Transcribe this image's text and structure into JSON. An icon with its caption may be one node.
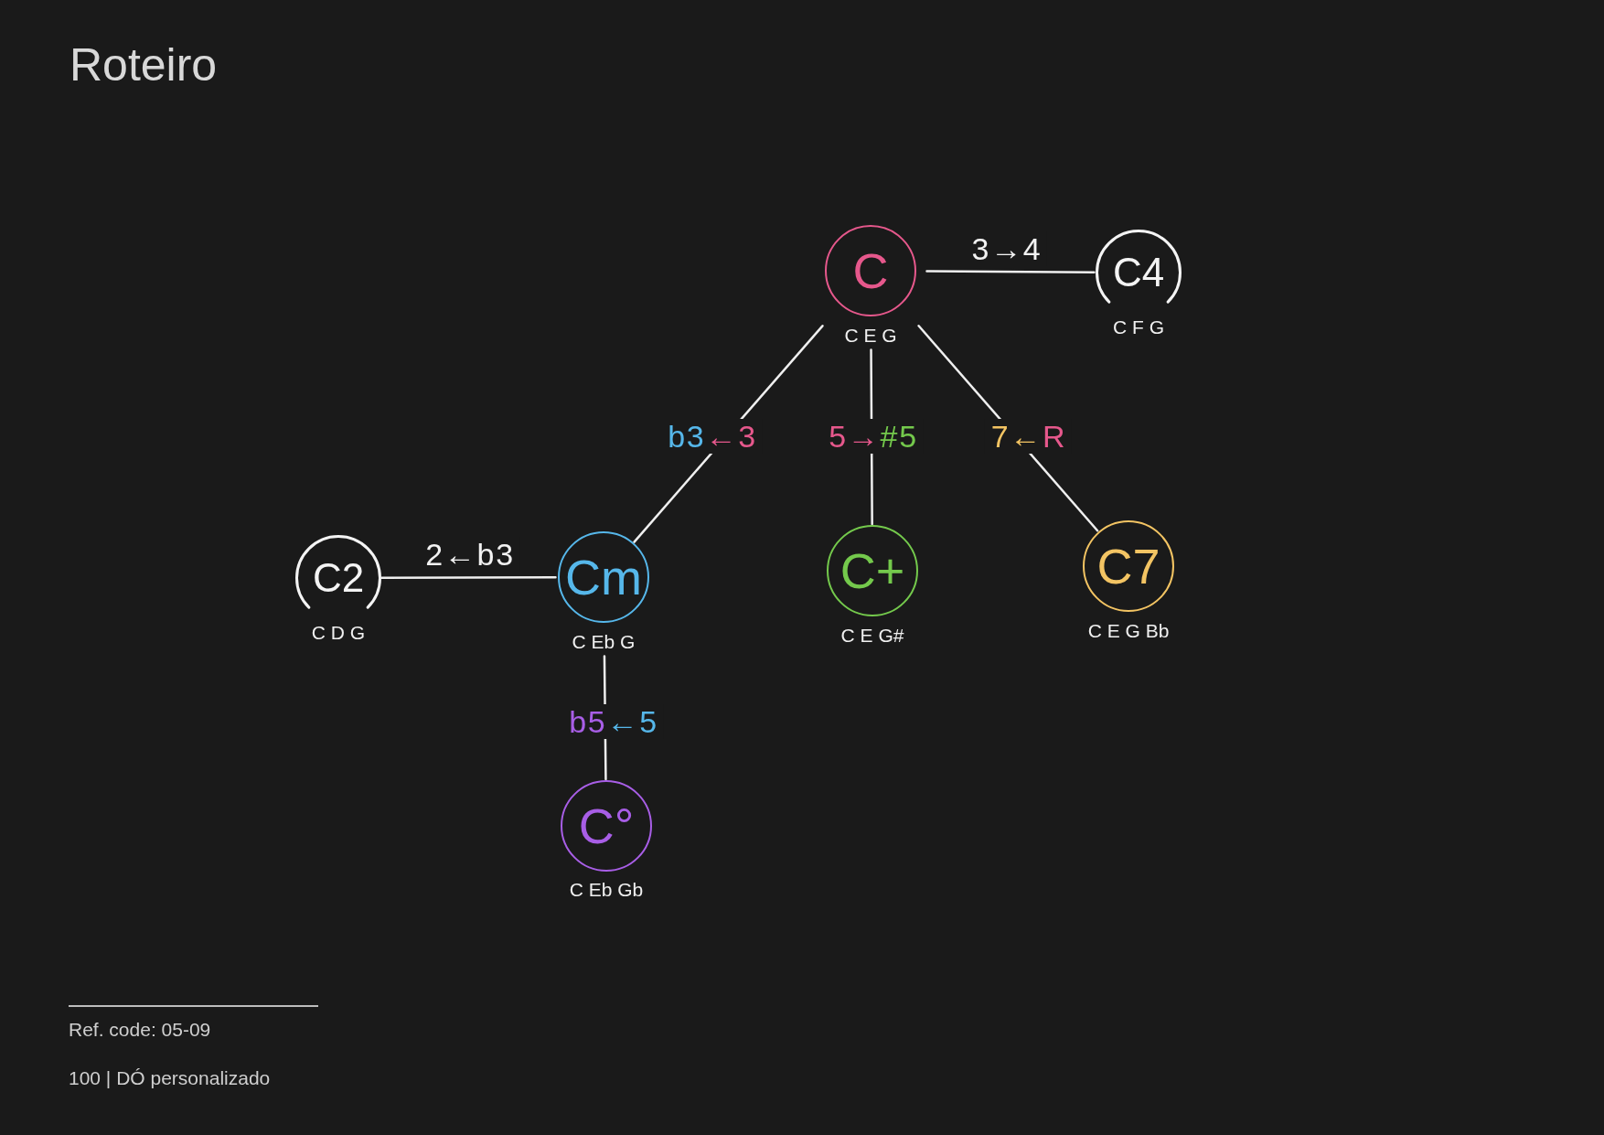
{
  "diagram": {
    "title": "Roteiro",
    "nodes": [
      {
        "text": [
          "C"
        ],
        "beside": [
          "C E G"
        ]
      },
      {
        "text": [
          "C4"
        ],
        "beside": [
          "C F G"
        ]
      },
      {
        "text": [
          "C2"
        ],
        "beside": [
          "C D G"
        ]
      },
      {
        "text": [
          "Cm"
        ],
        "beside": [
          "C Eb G"
        ]
      },
      {
        "text": [
          "C+"
        ],
        "beside": [
          "C E G#"
        ]
      },
      {
        "text": [
          "C7"
        ],
        "beside": [
          "C E G Bb"
        ]
      },
      {
        "text": [
          "C°"
        ],
        "beside": [
          "C Eb Gb"
        ]
      }
    ],
    "edges": [
      {
        "from": 0,
        "to": 1,
        "arrow": "none",
        "label": "3→4"
      },
      {
        "from": 0,
        "to": 3,
        "arrow": "none",
        "label": "b3←3"
      },
      {
        "from": 0,
        "to": 4,
        "arrow": "none",
        "label": "5→#5"
      },
      {
        "from": 0,
        "to": 5,
        "arrow": "none",
        "label": "7←R"
      },
      {
        "from": 3,
        "to": 2,
        "arrow": "none",
        "label": "2←b3"
      },
      {
        "from": 3,
        "to": 6,
        "arrow": "none",
        "label": "b5←5"
      }
    ],
    "labels": [
      "Ref. code: 05-09",
      "100 | DÓ personalizado"
    ]
  }
}
